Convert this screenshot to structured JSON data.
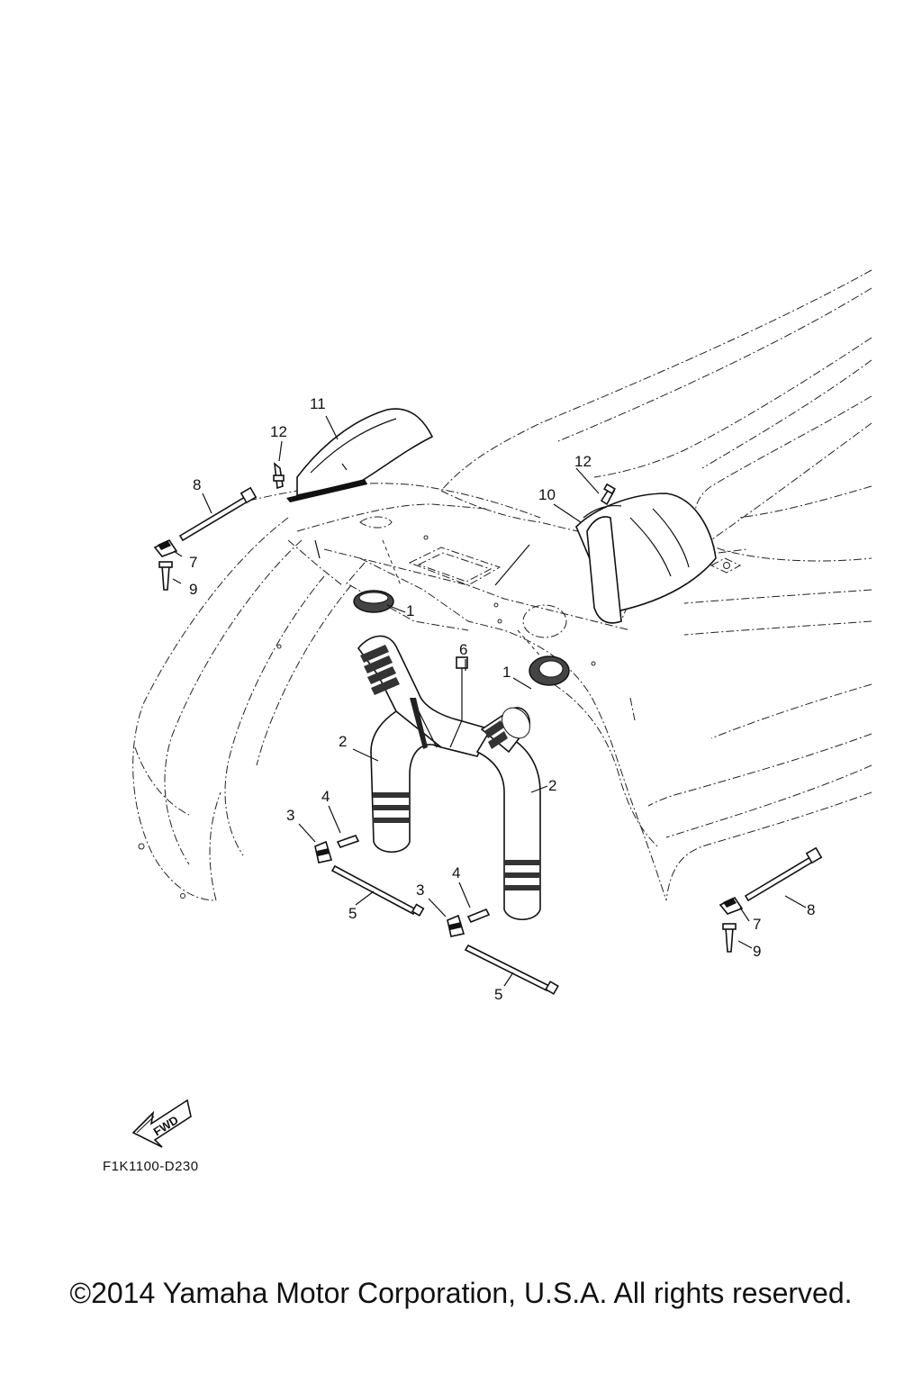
{
  "callouts": {
    "n1": "1",
    "n2": "2",
    "n3": "3",
    "n4": "4",
    "n5": "5",
    "n6": "6",
    "n7": "7",
    "n8": "8",
    "n9": "9",
    "n10": "10",
    "n11": "11",
    "n12": "12"
  },
  "fwd_label": "FWD",
  "drawing_code": "F1K1100-D230",
  "copyright": "©2014 Yamaha Motor Corporation, U.S.A. All rights reserved."
}
